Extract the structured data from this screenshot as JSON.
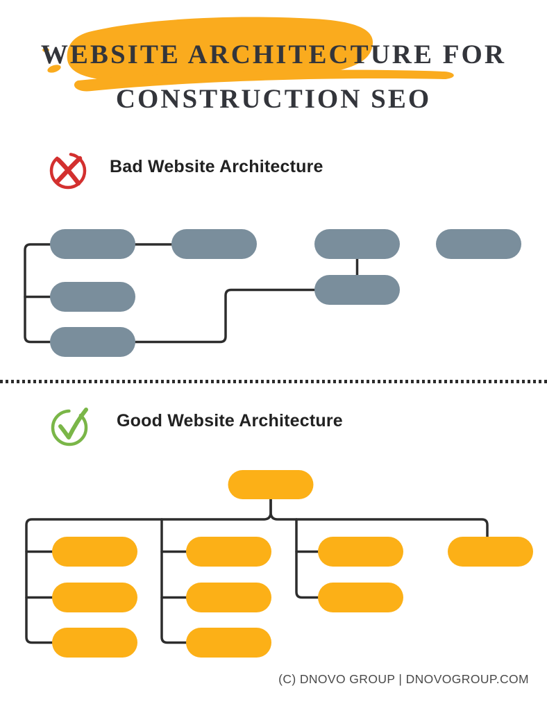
{
  "title": {
    "line1": "WEBSITE ARCHITECTURE FOR",
    "line2": "CONSTRUCTION SEO"
  },
  "bad_section": {
    "label": "Bad Website Architecture"
  },
  "good_section": {
    "label": "Good Website Architecture"
  },
  "footer": {
    "text": "(C) DNOVO GROUP | DNOVOGROUP.COM"
  },
  "colors": {
    "brush_orange": "#FAAB1E",
    "bad_node": "#7A8E9C",
    "good_node": "#FCB017",
    "connector": "#2D2D2D",
    "divider": "#2C2C2C",
    "bad_icon_red": "#D3302F",
    "good_icon_green": "#7AB648",
    "title_text": "#33353B",
    "heading_text": "#212121",
    "footer_text": "#4A4A4A"
  },
  "diagrams": {
    "bad": {
      "node_count": 7
    },
    "good": {
      "node_count": 10,
      "children_group_sizes": [
        3,
        3,
        2,
        1
      ]
    }
  }
}
